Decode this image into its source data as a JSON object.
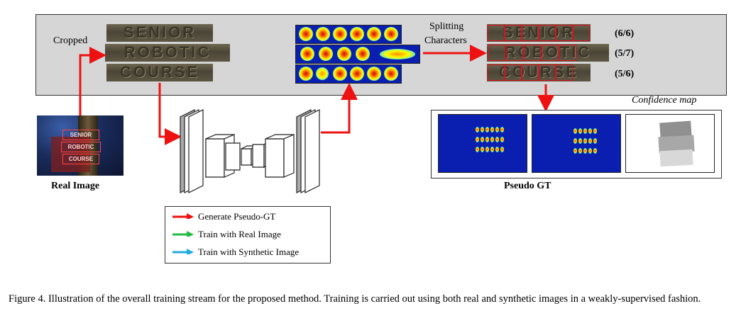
{
  "labels": {
    "cropped": "Cropped",
    "splitting_line1": "Splitting",
    "splitting_line2": "Characters",
    "confidence_map": "Confidence map",
    "real_image": "Real Image",
    "pseudo_gt": "Pseudo GT"
  },
  "crop_words": [
    "SENIOR",
    "ROBOTIC",
    "COURSE"
  ],
  "split_scores": [
    "(6/6)",
    "(5/7)",
    "(5/6)"
  ],
  "sign_words": [
    "SENIOR",
    "ROBOTIC",
    "COURSE"
  ],
  "legend": [
    {
      "label": "Generate Pseudo-GT",
      "color": "#ee1111"
    },
    {
      "label": "Train with Real Image",
      "color": "#22bb44"
    },
    {
      "label": "Train with Synthetic Image",
      "color": "#22aadd"
    }
  ],
  "caption": "Figure 4. Illustration of the overall training stream for the proposed method. Training is carried out using both real and synthetic images in a weakly-supervised fashion."
}
